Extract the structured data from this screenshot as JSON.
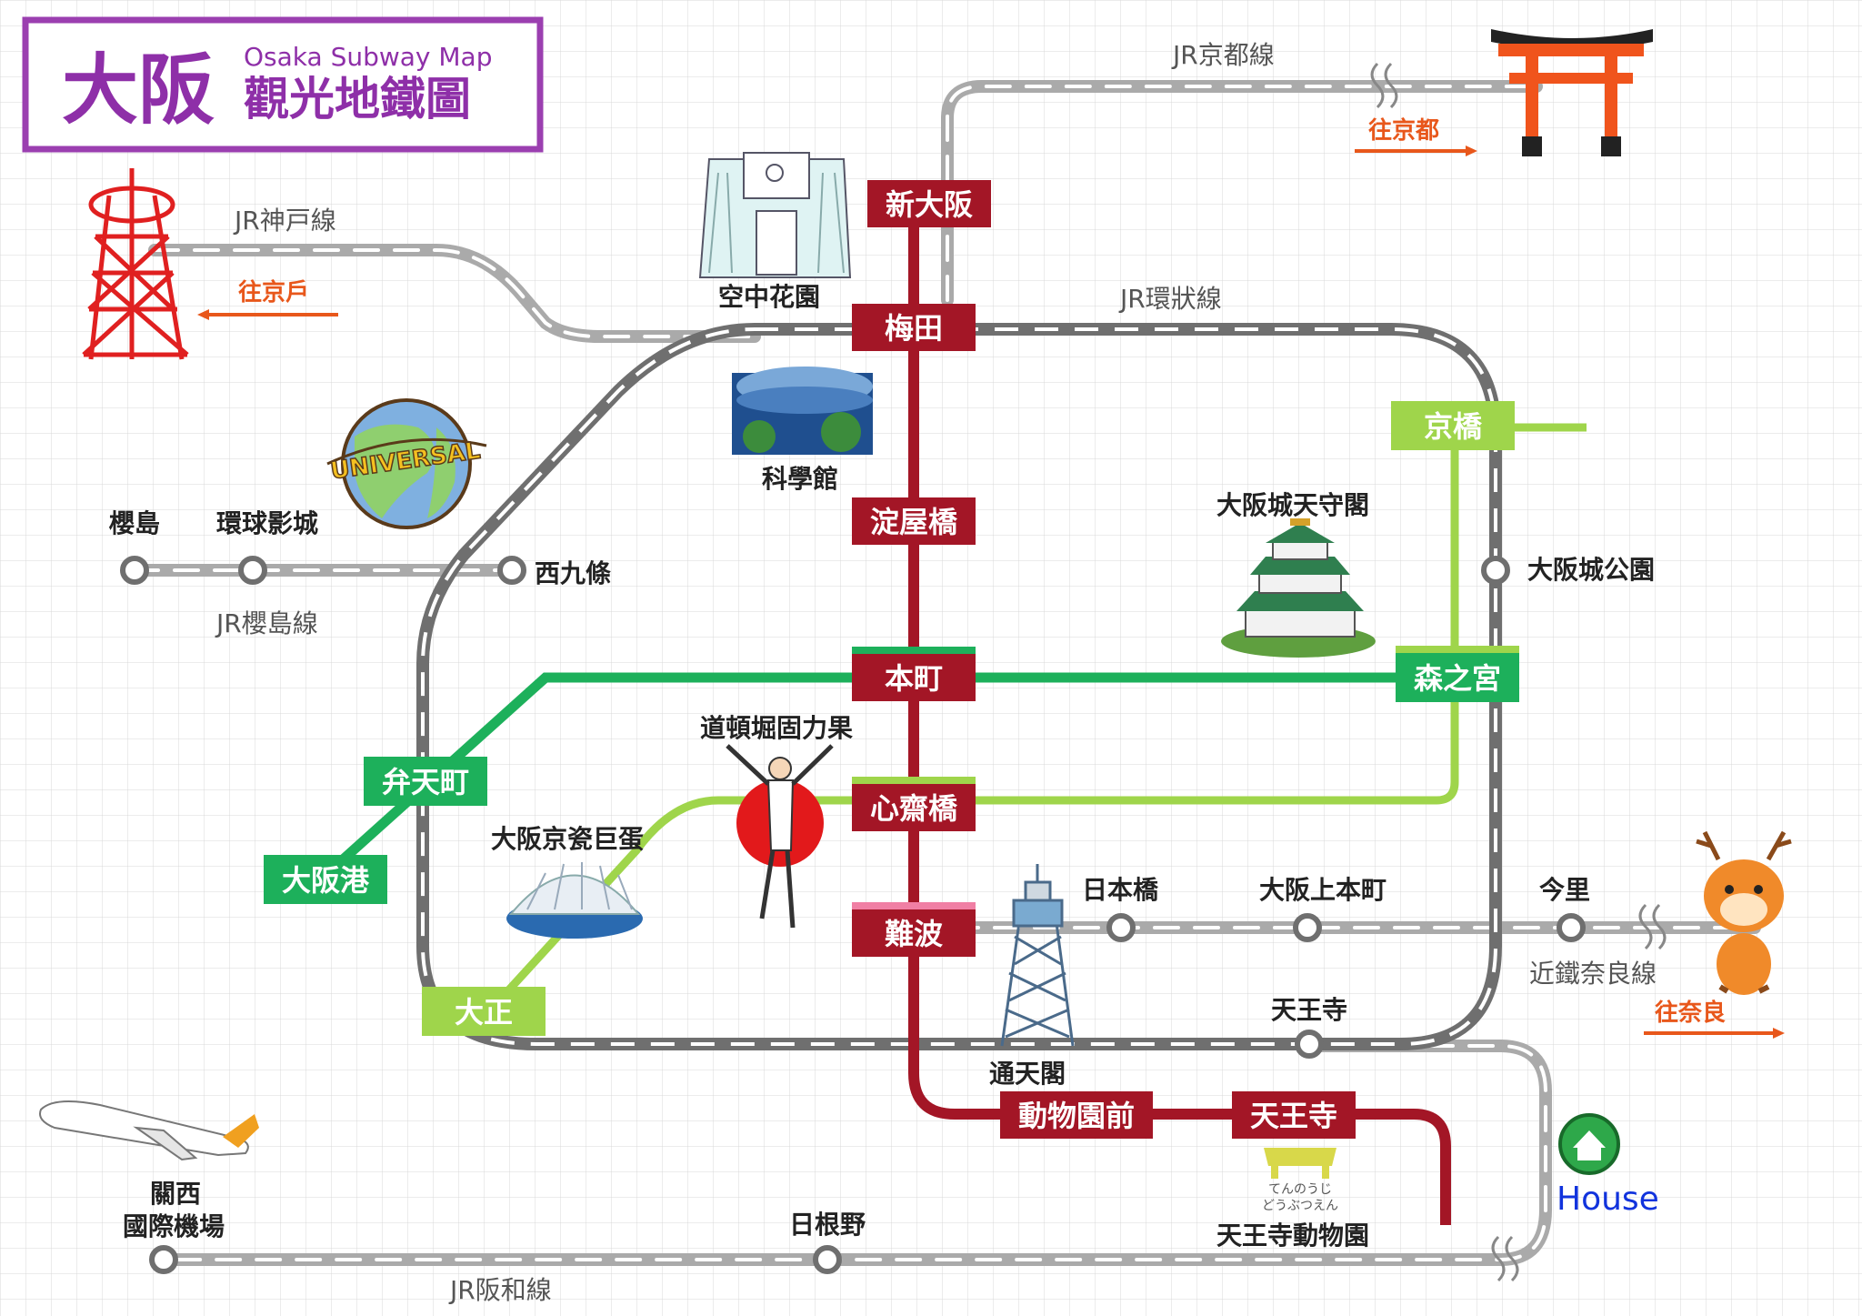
{
  "title": {
    "main": "大阪",
    "sub_en": "Osaka Subway Map",
    "sub_zh": "觀光地鐵圖"
  },
  "colors": {
    "title_border": "#9b3fb0",
    "title_text": "#8e2fa8",
    "midosuji": "#a31626",
    "chuo": "#1db05b",
    "nagahori": "#9fd54b",
    "jr": "#aaaaaa",
    "loop": "#6f6f6f",
    "direction": "#e8571b",
    "house": "#1133dd"
  },
  "jr_lines": {
    "kyoto": "JR京都線",
    "kobe": "JR神戸線",
    "loop": "JR環狀線",
    "sakurajima": "JR櫻島線",
    "kintetsu": "近鐵奈良線",
    "hanwa": "JR阪和線"
  },
  "directions": {
    "kyoto": "往京都",
    "kobe": "往京戶",
    "nara": "往奈良"
  },
  "midosuji_stations": [
    "新大阪",
    "梅田",
    "淀屋橋",
    "本町",
    "心齋橋",
    "難波",
    "動物園前",
    "天王寺"
  ],
  "other_stations": {
    "kyobashi": "京橋",
    "morinomiya": "森之宮",
    "bentencho": "弁天町",
    "osakako": "大阪港",
    "taisho": "大正"
  },
  "small_stations": {
    "nishikujo": "西九條",
    "sakurajima": "櫻島",
    "usj": "環球影城",
    "osakajokoen": "大阪城公園",
    "nipponbashi": "日本橋",
    "uehonmachi": "大阪上本町",
    "imazato": "今里",
    "tennoji_jr": "天王寺",
    "kansai": "關西\n國際機場",
    "kansai_l1": "關西",
    "kansai_l2": "國際機場",
    "hineno": "日根野"
  },
  "landmarks": {
    "sky_garden": "空中花園",
    "science_museum": "科學館",
    "castle": "大阪城天守閣",
    "glico": "道頓堀固力果",
    "dome": "大阪京瓷巨蛋",
    "tsutenkaku": "通天閣",
    "zoo": "天王寺動物園",
    "zoo_sign_1": "てんのうじ",
    "zoo_sign_2": "どうぶつえん",
    "universal": "UNIVERSAL",
    "house": "House"
  }
}
